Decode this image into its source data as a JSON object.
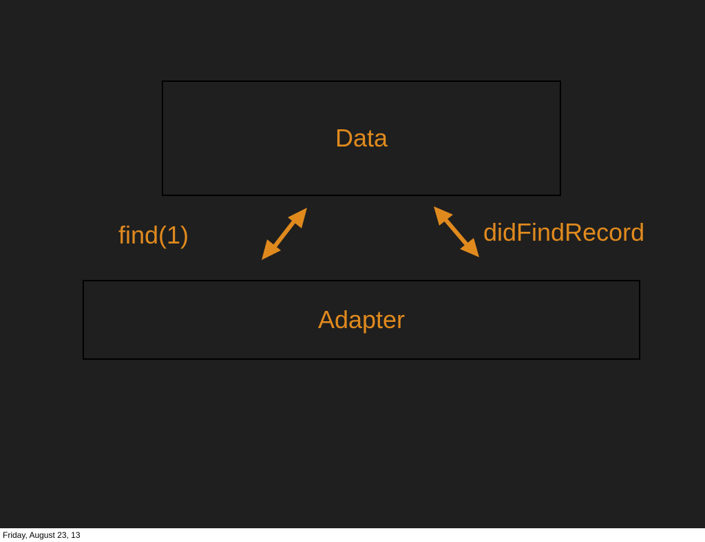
{
  "diagram": {
    "top_box_label": "Data",
    "bottom_box_label": "Adapter",
    "left_edge_label": "find(1)",
    "right_edge_label": "didFindRecord"
  },
  "footer": {
    "date": "Friday, August 23, 13"
  },
  "colors": {
    "background": "#1f1f1f",
    "accent": "#e08a1e",
    "footer_background": "#ffffff"
  }
}
